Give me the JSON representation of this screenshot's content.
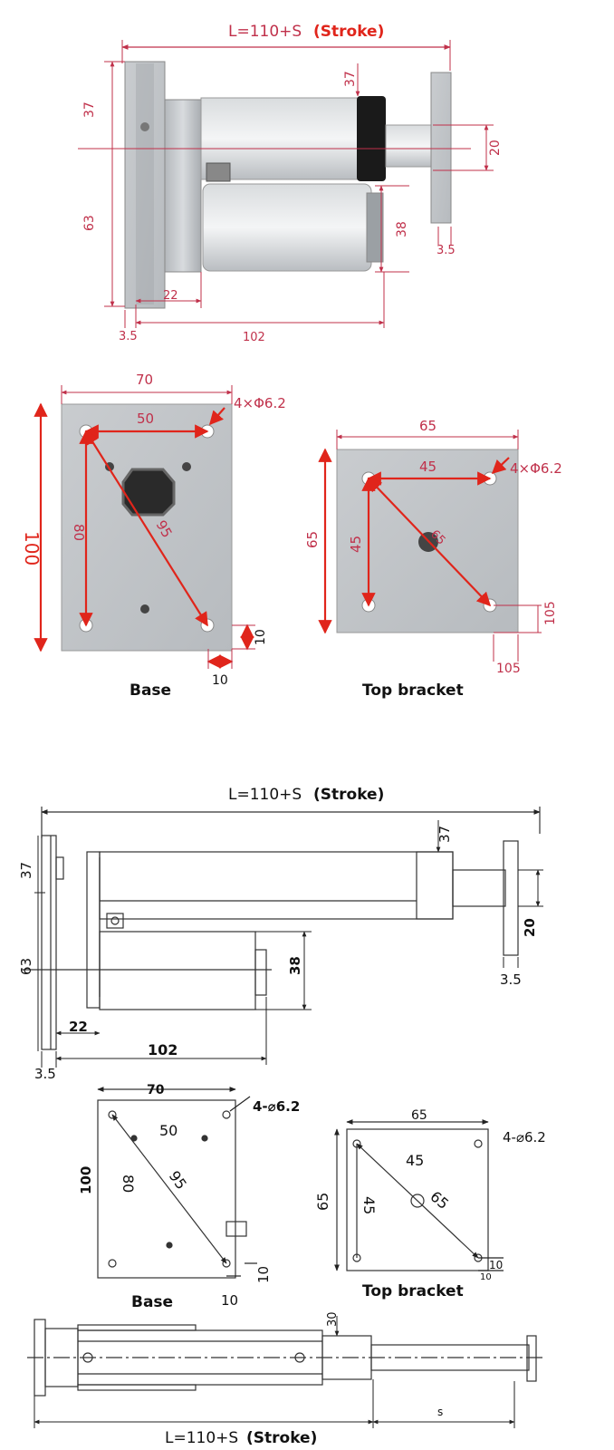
{
  "photo": {
    "title_formula": "L=110+S",
    "title_stroke": "(Stroke)",
    "dims": {
      "top_37": "37",
      "left_37": "37",
      "left_63": "63",
      "right_20": "20",
      "right_38": "38",
      "right_35": "3.5",
      "bottom_22": "22",
      "bottom_35": "3.5",
      "bottom_102": "102"
    },
    "base": {
      "width": "70",
      "height": "100",
      "hole_spacing_x": "50",
      "hole_spacing_y": "80",
      "diagonal": "95",
      "holes": "4×Φ6.2",
      "offset_x": "10",
      "offset_y": "10",
      "caption": "Base"
    },
    "top_bracket": {
      "width": "65",
      "height": "65",
      "hole_spacing_x": "45",
      "hole_spacing_y": "45",
      "diagonal": "65",
      "holes": "4×Φ6.2",
      "offset_x": "105",
      "offset_y": "105",
      "caption": "Top bracket"
    }
  },
  "drawing": {
    "title_formula": "L=110+S",
    "title_stroke": "(Stroke)",
    "dims": {
      "left_37": "37",
      "left_63": "63",
      "top_37": "37",
      "right_20": "20",
      "right_35": "3.5",
      "motor_38": "38",
      "bottom_22": "22",
      "bottom_102": "102",
      "bottom_35": "3.5"
    },
    "base": {
      "width": "70",
      "height": "100",
      "holes": "4-⌀6.2",
      "hole_spacing_x": "50",
      "hole_spacing_y": "80",
      "diagonal": "95",
      "offset_x": "10",
      "offset_y": "10",
      "caption": "Base"
    },
    "top_bracket": {
      "width": "65",
      "height": "65",
      "holes": "4-⌀6.2",
      "hole_spacing_x": "45",
      "hole_spacing_y": "45",
      "diagonal": "65",
      "offset_x": "10",
      "offset_y": "10",
      "caption": "Top bracket"
    },
    "side": {
      "dim_30": "30",
      "dim_s": "s",
      "formula": "L=110+S",
      "stroke": "(Stroke)"
    }
  }
}
